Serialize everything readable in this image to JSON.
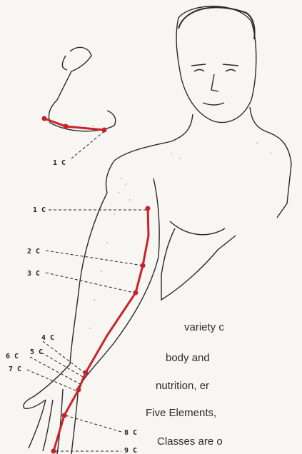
{
  "figure": {
    "meridian_color": "#c8232b",
    "labels": {
      "upper_arm_1c": "1 C",
      "left_1c": "1 C",
      "left_2c": "2 C",
      "left_3c": "3 C",
      "left_4c": "4 C",
      "left_5c": "5 C",
      "left_6c": "6 C",
      "left_7c": "7 C",
      "right_8c": "8 C",
      "right_9c": "9 C"
    }
  },
  "text": {
    "line1": "variety c",
    "line2": "body and",
    "line3": "nutrition, er",
    "line4": "Five Elements,",
    "line5": "Classes are o"
  }
}
